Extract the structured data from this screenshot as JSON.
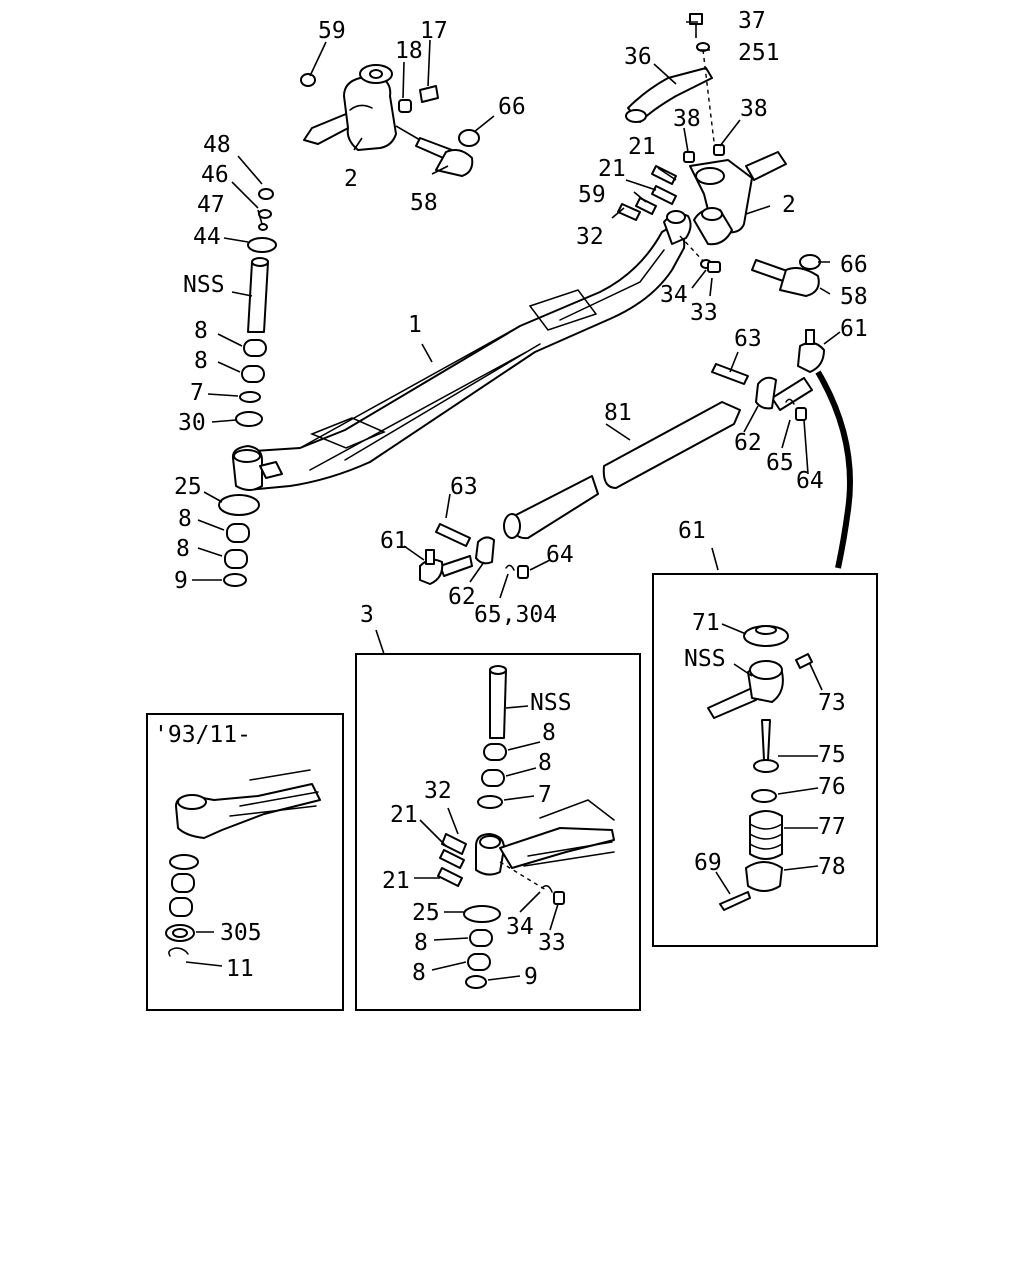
{
  "callouts": {
    "c59a": "59",
    "c18": "18",
    "c17": "17",
    "c66a": "66",
    "c37": "37",
    "c251": "251",
    "c36": "36",
    "c38a": "38",
    "c38b": "38",
    "c2a": "2",
    "c58a": "58",
    "c21a": "21",
    "c21b": "21",
    "c59b": "59",
    "c32a": "32",
    "c2b": "2",
    "c66b": "66",
    "c58b": "58",
    "c34a": "34",
    "c33a": "33",
    "c61a": "61",
    "c63a": "63",
    "c48": "48",
    "c46": "46",
    "c47": "47",
    "c44": "44",
    "nssA": "NSS",
    "c1": "1",
    "c8a": "8",
    "c8b": "8",
    "c7a": "7",
    "c30": "30",
    "c81": "81",
    "c62a": "62",
    "c65a": "65",
    "c64a": "64",
    "c25a": "25",
    "c8c": "8",
    "c8d": "8",
    "c9a": "9",
    "c63b": "63",
    "c61b": "61",
    "c64b": "64",
    "c62b": "62",
    "c65_304": "65,304",
    "c3": "3",
    "c61c": "61"
  },
  "inset_left": {
    "title": "'93/11-",
    "c305": "305",
    "c11": "11"
  },
  "inset_middle": {
    "nss": "NSS",
    "c8a": "8",
    "c8b": "8",
    "c7": "7",
    "c32": "32",
    "c21a": "21",
    "c21b": "21",
    "c25": "25",
    "c34": "34",
    "c33": "33",
    "c8c": "8",
    "c8d": "8",
    "c9": "9"
  },
  "inset_right": {
    "c71": "71",
    "nss": "NSS",
    "c73": "73",
    "c75": "75",
    "c76": "76",
    "c77": "77",
    "c69": "69",
    "c78": "78"
  }
}
